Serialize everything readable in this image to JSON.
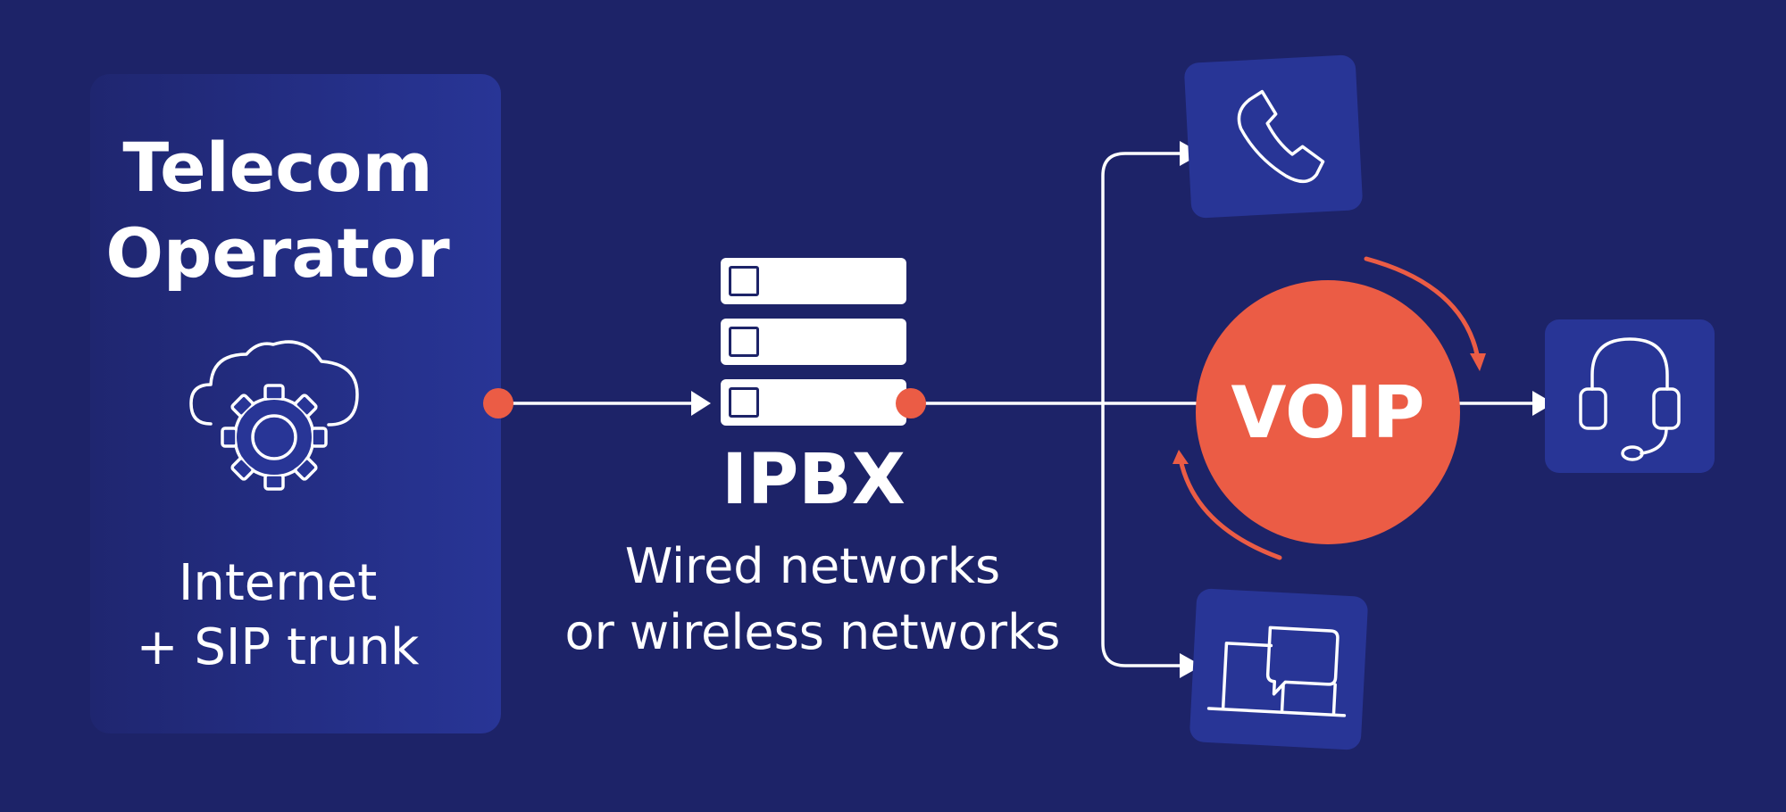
{
  "telecom": {
    "title_line1": "Telecom",
    "title_line2": "Operator",
    "sub_line1": "Internet",
    "sub_line2": "+ SIP trunk"
  },
  "ipbx": {
    "label": "IPBX",
    "desc_line1": "Wired networks",
    "desc_line2": "or wireless networks"
  },
  "voip": {
    "label": "VOIP"
  },
  "icons": {
    "cloud": "cloud-gear-icon",
    "server": "server-rack-icon",
    "phone": "phone-icon",
    "headset": "headset-icon",
    "computer": "computer-chat-icon"
  },
  "colors": {
    "background": "#1d2368",
    "panel": "#283596",
    "accent": "#eb5c45",
    "line": "#ffffff"
  }
}
